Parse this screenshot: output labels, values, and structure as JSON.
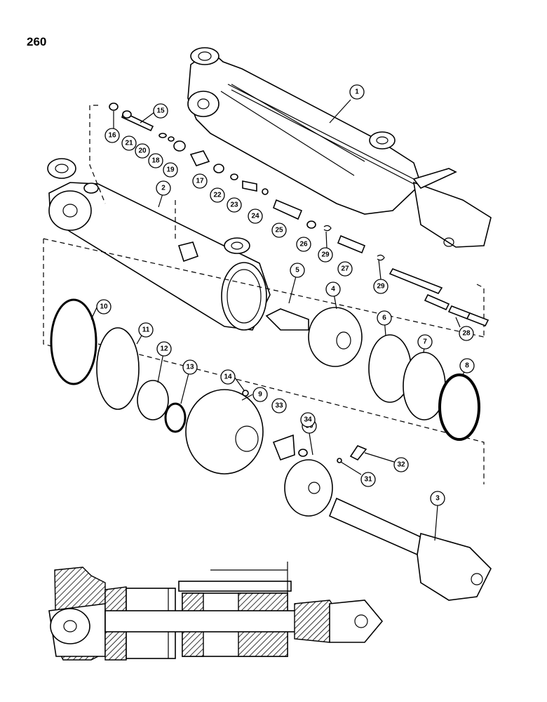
{
  "page": {
    "number": "260"
  },
  "callouts": [
    {
      "id": "c1",
      "label": "1"
    },
    {
      "id": "c2",
      "label": "2"
    },
    {
      "id": "c3",
      "label": "3"
    },
    {
      "id": "c4",
      "label": "4"
    },
    {
      "id": "c5",
      "label": "5"
    },
    {
      "id": "c6",
      "label": "6"
    },
    {
      "id": "c7",
      "label": "7"
    },
    {
      "id": "c8",
      "label": "8"
    },
    {
      "id": "c9",
      "label": "9"
    },
    {
      "id": "c10",
      "label": "10"
    },
    {
      "id": "c11",
      "label": "11"
    },
    {
      "id": "c12",
      "label": "12"
    },
    {
      "id": "c13",
      "label": "13"
    },
    {
      "id": "c14",
      "label": "14"
    },
    {
      "id": "c15",
      "label": "15"
    },
    {
      "id": "c16",
      "label": "16"
    },
    {
      "id": "c17",
      "label": "17"
    },
    {
      "id": "c18",
      "label": "18"
    },
    {
      "id": "c19",
      "label": "19"
    },
    {
      "id": "c20",
      "label": "20"
    },
    {
      "id": "c21",
      "label": "21"
    },
    {
      "id": "c22",
      "label": "22"
    },
    {
      "id": "c23",
      "label": "23"
    },
    {
      "id": "c24",
      "label": "24"
    },
    {
      "id": "c25",
      "label": "25"
    },
    {
      "id": "c26",
      "label": "26"
    },
    {
      "id": "c27",
      "label": "27"
    },
    {
      "id": "c28",
      "label": "28"
    },
    {
      "id": "c29a",
      "label": "29"
    },
    {
      "id": "c29b",
      "label": "29"
    },
    {
      "id": "c30",
      "label": "30"
    },
    {
      "id": "c31",
      "label": "31"
    },
    {
      "id": "c32",
      "label": "32"
    },
    {
      "id": "c33",
      "label": "33"
    },
    {
      "id": "c34",
      "label": "34"
    }
  ]
}
